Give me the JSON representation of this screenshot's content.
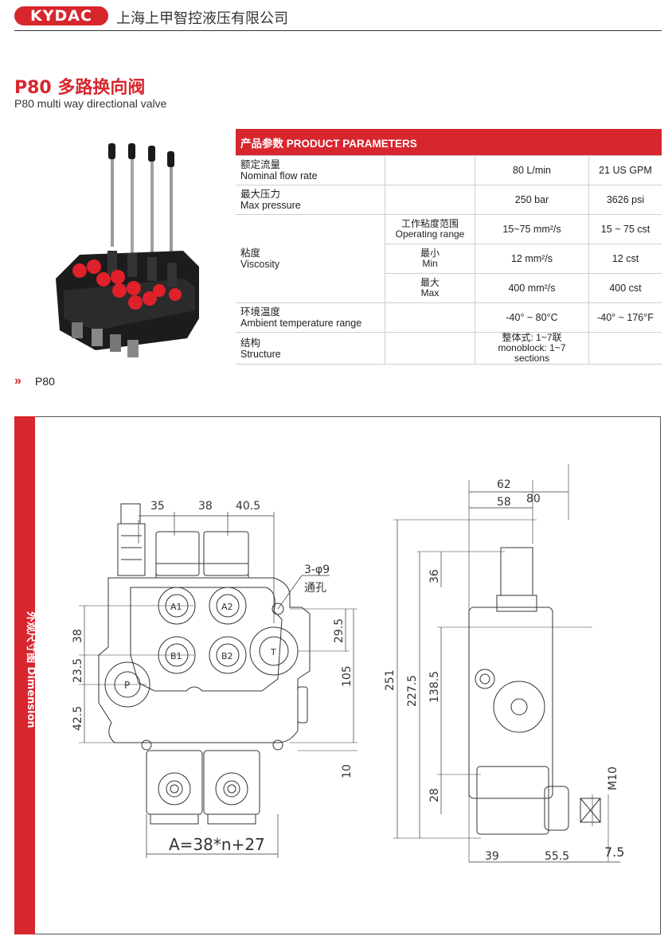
{
  "header": {
    "logo_text": "KYDAC",
    "company": "上海上甲智控液压有限公司"
  },
  "product": {
    "title_cn": "P80 多路换向阀",
    "title_en": "P80 multi way directional valve"
  },
  "params": {
    "heading": "产品参数  PRODUCT PARAMETERS",
    "rows": {
      "flow": {
        "label_cn": "额定流量",
        "label_en": "Nominal flow rate",
        "metric": "80 L/min",
        "imperial": "21 US GPM"
      },
      "pressure": {
        "label_cn": "最大压力",
        "label_en": "Max pressure",
        "metric": "250 bar",
        "imperial": "3626 psi"
      },
      "viscosity": {
        "label_cn": "粘度",
        "label_en": "Viscosity",
        "range_cn": "工作粘度范围",
        "range_en": "Operating range",
        "range_metric": "15~75 mm²/s",
        "range_imperial": "15 ~ 75 cst",
        "min_cn": "最小",
        "min_en": "Min",
        "min_metric": "12 mm²/s",
        "min_imperial": "12 cst",
        "max_cn": "最大",
        "max_en": "Max",
        "max_metric": "400 mm²/s",
        "max_imperial": "400 cst"
      },
      "temperature": {
        "label_cn": "环境温度",
        "label_en": "Ambient temperature range",
        "metric": "-40° ~ 80°C",
        "imperial": "-40° ~ 176°F"
      },
      "structure": {
        "label_cn": "结构",
        "label_en": "Structure",
        "value_cn": "整体式: 1~7联",
        "value_en": "monoblock: 1~7 sections"
      }
    }
  },
  "section": {
    "chevron": "»",
    "label": "P80",
    "side_label": "外观尺寸图 Dimension"
  },
  "dims": {
    "d35": "35",
    "d38": "38",
    "d40_5": "40.5",
    "hole": "3-φ9",
    "through": "通孔",
    "v38": "38",
    "v23_5": "23.5",
    "v42_5": "42.5",
    "v29_5": "29.5",
    "v105": "105",
    "v10": "10",
    "formula": "A=38*n+27",
    "port_a1": "A1",
    "port_a2": "A2",
    "port_b1": "B1",
    "port_b2": "B2",
    "port_t": "T",
    "port_p": "P",
    "d62": "62",
    "d58": "58",
    "d80": "80",
    "v251": "251",
    "v227_5": "227.5",
    "v36": "36",
    "v138_5": "138.5",
    "v28": "28",
    "m10": "M10",
    "d39": "39",
    "d55_5": "55.5",
    "d7_5": "7.5"
  },
  "colors": {
    "brand_red": "#d7262e",
    "knob_red": "#e0202a"
  }
}
